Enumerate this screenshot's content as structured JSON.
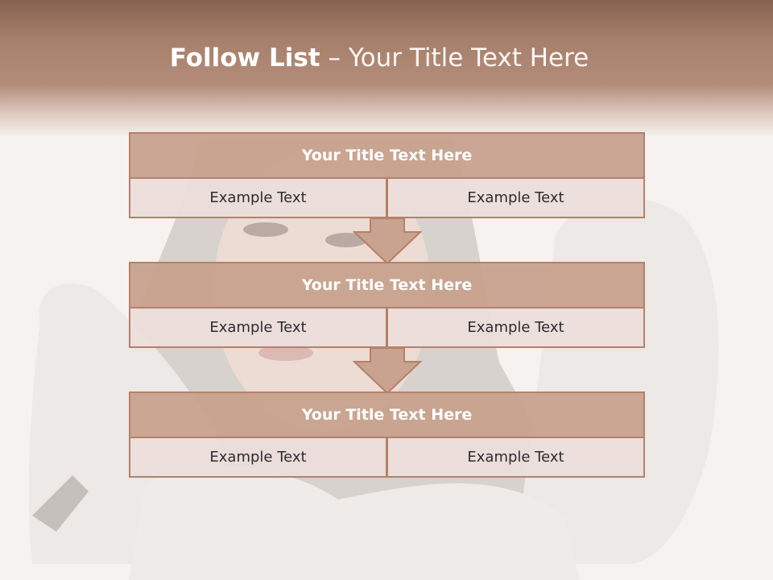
{
  "slide": {
    "title_bold": "Follow List",
    "title_separator": " – ",
    "title_rest": "Your Title Text Here"
  },
  "flow": {
    "blocks": [
      {
        "title": "Your Title Text Here",
        "left": "Example Text",
        "right": "Example Text"
      },
      {
        "title": "Your Title Text Here",
        "left": "Example Text",
        "right": "Example Text"
      },
      {
        "title": "Your Title Text Here",
        "left": "Example Text",
        "right": "Example Text"
      }
    ]
  },
  "colors": {
    "header": "#a7806c",
    "title_fill": "#c7a08c",
    "border": "#b5816a",
    "cell_fill": "#ecdeda",
    "arrow_fill": "#c9a290"
  },
  "icons": {
    "connector": "down-arrow-icon"
  }
}
